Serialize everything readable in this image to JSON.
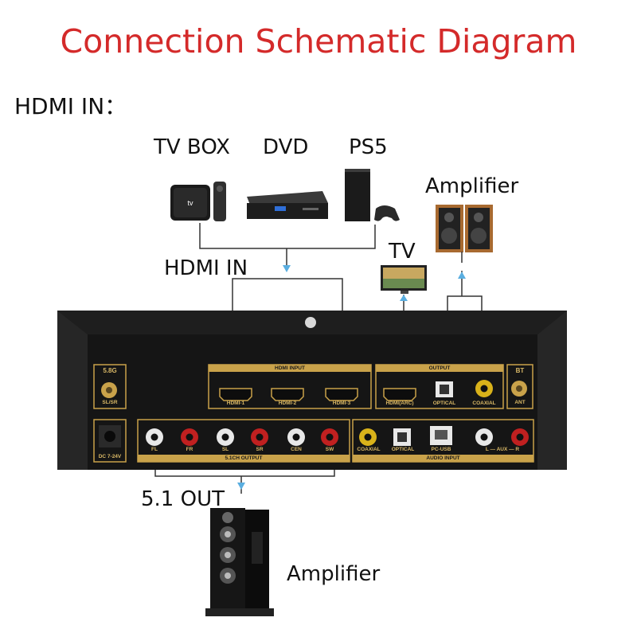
{
  "title": "Connection Schematic Diagram",
  "hdmi_in_heading": "HDMI IN：",
  "sources": {
    "tvbox": "TV BOX",
    "dvd": "DVD",
    "ps5": "PS5"
  },
  "hdmi_in_label": "HDMI IN",
  "tv_label": "TV",
  "amp_top_label": "Amplifier",
  "out51_label": "5.1 OUT",
  "amp_bottom_label": "Amplifier",
  "panel": {
    "ant_58g": "5.8G",
    "ant_58g_sub": "SL/SR",
    "bt": "BT",
    "bt_sub": "ANT",
    "dc": "DC 7-24V",
    "hdmi_input_header": "HDMI INPUT",
    "hdmi_ports": [
      "HDMI-1",
      "HDMI-2",
      "HDMI-3"
    ],
    "output_header": "OUTPUT",
    "output_ports": [
      "HDMI(ARC)",
      "OPTICAL",
      "COAXIAL"
    ],
    "ch51_header": "5.1CH OUTPUT",
    "ch51_ports": [
      "FL",
      "FR",
      "SL",
      "SR",
      "CEN",
      "SW"
    ],
    "audio_input_header": "AUDIO INPUT",
    "audio_input_ports": [
      "COAXIAL",
      "OPTICAL",
      "PC-USB",
      "L — AUX — R"
    ]
  },
  "colors": {
    "title": "#d42a2a",
    "panel": "#151515",
    "gold": "#c9a24a",
    "rca_red": "#c02020",
    "rca_white": "#e8e8e8",
    "arrow": "#5aaee0"
  }
}
